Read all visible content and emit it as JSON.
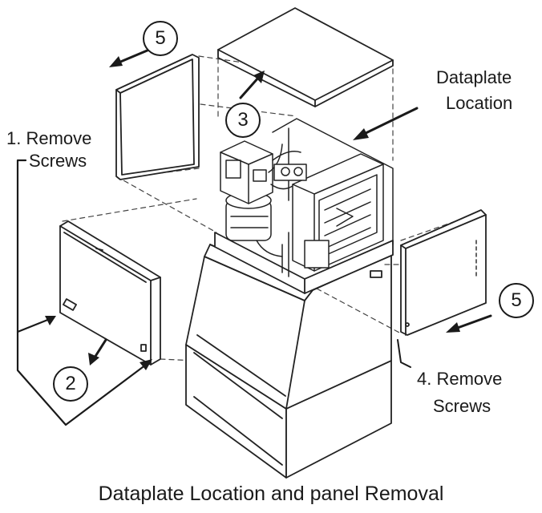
{
  "labels": {
    "remove_screws_1_line1": "1. Remove",
    "remove_screws_1_line2": "Screws",
    "remove_screws_4_line1": "4. Remove",
    "remove_screws_4_line2": "Screws",
    "dataplate_line1": "Dataplate",
    "dataplate_line2": "Location"
  },
  "steps": {
    "two": "2",
    "three": "3",
    "five_top": "5",
    "five_right": "5"
  },
  "caption": "Dataplate Location and panel Removal"
}
